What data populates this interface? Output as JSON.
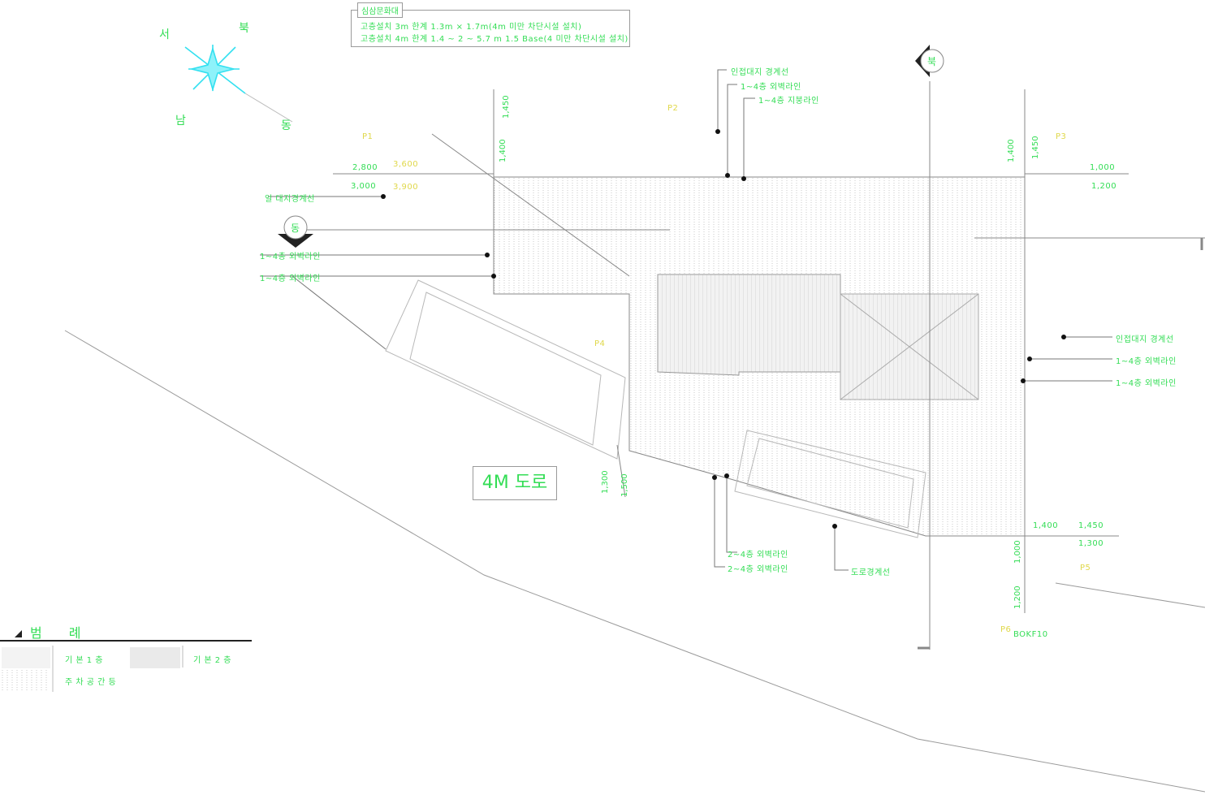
{
  "drawing": {
    "note_title": "심삼문화대",
    "note_lines": [
      "고층설치 3m 한계 1.3m × 1.7m(4m 미만 차단시설 설치)",
      "고층설치 4m 한계 1.4 ~ 2 ~ 5.7 m 1.5 Base(4 미만 차단시설 설치)"
    ],
    "road_label": "4M 도로",
    "compass": {
      "north": "북",
      "east": "동",
      "south": "남",
      "west": "서"
    },
    "section_markers": {
      "east": "동",
      "north": "북"
    },
    "labels": {
      "left_top": [
        "일 대지경계선"
      ],
      "left_side": [
        "1~4층 외벽라인",
        "1~4층 외벽라인"
      ],
      "top_leader": [
        "인접대지 경계선",
        "1~4층 외벽라인",
        "1~4층 지붕라인"
      ],
      "right_side": [
        "인접대지 경계선",
        "1~4층 외벽라인",
        "1~4층 외벽라인"
      ],
      "bottom_leader": [
        "2~4층 외벽라인",
        "2~4층 외벽라인"
      ],
      "road_line": "도로경계선",
      "bottom_right_point": "BOKF10"
    },
    "dimensions": {
      "top_left_h": [
        "3,600",
        "3,900"
      ],
      "top_left_side": [
        "2,800",
        "3,000"
      ],
      "top_left_v": [
        "1,400",
        "1,450"
      ],
      "top_right_v": [
        "1,400",
        "1,450"
      ],
      "top_right_h": [
        "1,000",
        "1,200"
      ],
      "bottom_right_h": [
        "1,400",
        "1,450",
        "1,300"
      ],
      "bottom_right_v": [
        "1,000",
        "1,200"
      ],
      "road_setback": [
        "1,300",
        "1,500"
      ]
    },
    "points": {
      "p1": "P1",
      "p2": "P2",
      "p3": "P3",
      "p4": "P4",
      "p5": "P5",
      "p6": "P6"
    }
  },
  "legend": {
    "title": "범 례",
    "items": [
      "기 본 1 층",
      "기 본 2 층",
      "주 차 공 간 등"
    ]
  },
  "colors": {
    "text": "#33dd55",
    "line": "#8a8a8a",
    "compass": "#33e0f0",
    "dim": "#e0d84a"
  }
}
